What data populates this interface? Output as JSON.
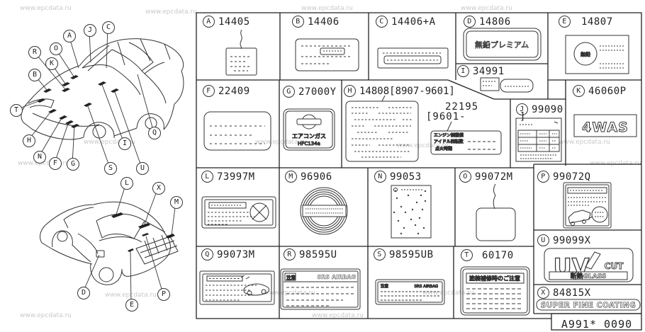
{
  "watermark": "www.epcdata.ru",
  "diagram_code": "A991* 0090",
  "cells": {
    "A": {
      "letter": "A",
      "code": "14405"
    },
    "B": {
      "letter": "B",
      "code": "14406"
    },
    "C": {
      "letter": "C",
      "code": "14406+A"
    },
    "D": {
      "letter": "D",
      "code": "14806"
    },
    "E": {
      "letter": "E",
      "code": "14807"
    },
    "I": {
      "letter": "I",
      "code": "34991"
    },
    "F": {
      "letter": "F",
      "code": "22409"
    },
    "G": {
      "letter": "G",
      "code": "27000Y"
    },
    "H": {
      "letter": "H",
      "code": "14808[8907-9601]"
    },
    "J": {
      "letter": "J",
      "code": "99090"
    },
    "K": {
      "letter": "K",
      "code": "46060P"
    },
    "L": {
      "letter": "L",
      "code": "73997M"
    },
    "M": {
      "letter": "M",
      "code": "96906"
    },
    "N": {
      "letter": "N",
      "code": "99053"
    },
    "O": {
      "letter": "O",
      "code": "99072M"
    },
    "P": {
      "letter": "P",
      "code": "99072Q"
    },
    "U": {
      "letter": "U",
      "code": "99099X"
    },
    "Q": {
      "letter": "Q",
      "code": "99073M"
    },
    "R": {
      "letter": "R",
      "code": "98595U"
    },
    "S": {
      "letter": "S",
      "code": "98595UB"
    },
    "T": {
      "letter": "T",
      "code": "60170"
    },
    "X": {
      "letter": "X",
      "code": "84815X"
    }
  },
  "labels": {
    "h_sub_code": "22195",
    "h_sub_range": "[9601-        ]",
    "d_text": "無鉛プレミアム",
    "e_circle_text": "無鉛",
    "g_line1": "エアコンガス",
    "g_line2": "HFC134a",
    "engine_title": "エンジン調整値",
    "engine_row1": "アイドル回転数",
    "engine_row2": "点火時期",
    "k_logo": "4WAS",
    "u_uv": "UV",
    "u_cut": "CUT",
    "u_glass": "断熱GLASS",
    "x_text": "SUPER FINE COATING",
    "r_caution": "注意",
    "r_airbag": "SRS AIRBAG",
    "s_caution": "注意",
    "s_airbag": "SRS AIRBAG",
    "t_header": "塗装補修時のご注意"
  },
  "callouts": {
    "front": [
      "A",
      "J",
      "C",
      "O",
      "K",
      "R",
      "B",
      "T",
      "H",
      "N",
      "F",
      "G",
      "S",
      "U",
      "I",
      "Q"
    ],
    "rear": [
      "L",
      "X",
      "M",
      "D",
      "E",
      "P"
    ]
  }
}
